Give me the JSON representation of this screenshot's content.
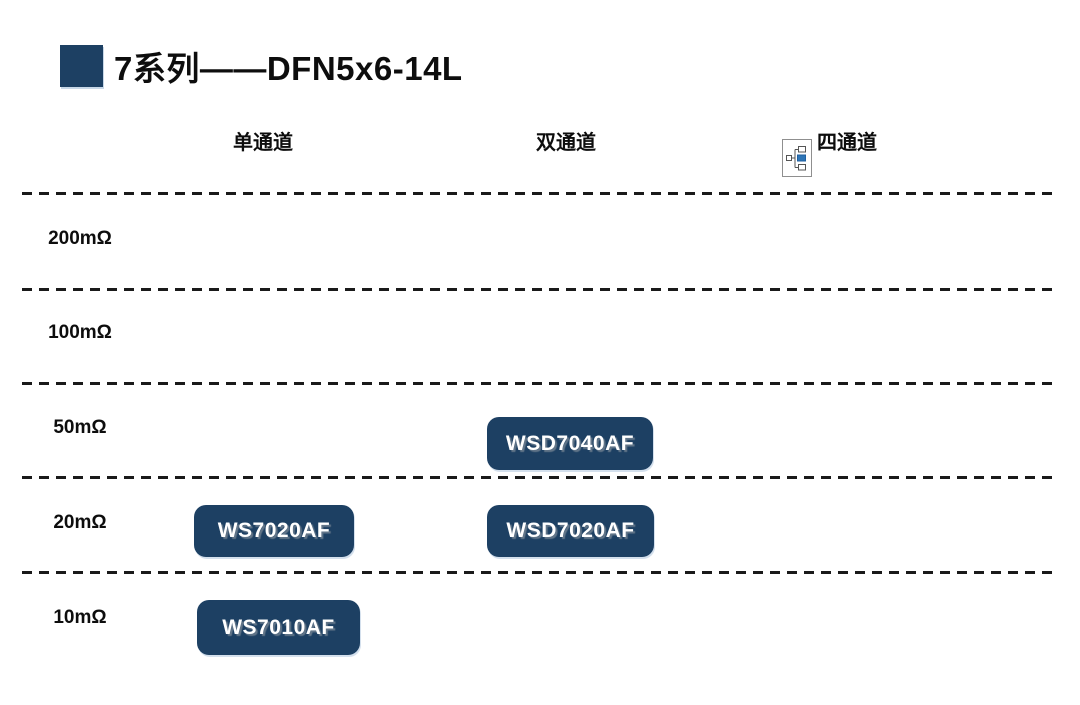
{
  "header": {
    "title": "7系列——DFN5x6-14L"
  },
  "columns": [
    {
      "label": "单通道"
    },
    {
      "label": "双通道"
    },
    {
      "label": "四通道",
      "icon": "org-chart-placeholder-icon"
    }
  ],
  "rows": [
    {
      "label": "200mΩ"
    },
    {
      "label": "100mΩ"
    },
    {
      "label": "50mΩ"
    },
    {
      "label": "20mΩ"
    },
    {
      "label": "10mΩ"
    }
  ],
  "products": [
    {
      "name": "WSD7040AF",
      "column": "双通道",
      "row": "50mΩ"
    },
    {
      "name": "WS7020AF",
      "column": "单通道",
      "row": "20mΩ"
    },
    {
      "name": "WSD7020AF",
      "column": "双通道",
      "row": "20mΩ"
    },
    {
      "name": "WS7010AF",
      "column": "单通道",
      "row": "10mΩ"
    }
  ],
  "matrix": {
    "x_axis": [
      "单通道",
      "双通道",
      "四通道"
    ],
    "y_axis": [
      "200mΩ",
      "100mΩ",
      "50mΩ",
      "20mΩ",
      "10mΩ"
    ],
    "placements": [
      {
        "row": "50mΩ",
        "col": "双通道",
        "product": "WSD7040AF"
      },
      {
        "row": "20mΩ",
        "col": "单通道",
        "product": "WS7020AF"
      },
      {
        "row": "20mΩ",
        "col": "双通道",
        "product": "WSD7020AF"
      },
      {
        "row": "10mΩ",
        "col": "单通道",
        "product": "WS7010AF"
      }
    ]
  },
  "colors": {
    "badge_navy": "#1d4063",
    "dash_black": "#1a1a1a",
    "icon_blue": "#2e75b6",
    "background": "#ffffff"
  }
}
